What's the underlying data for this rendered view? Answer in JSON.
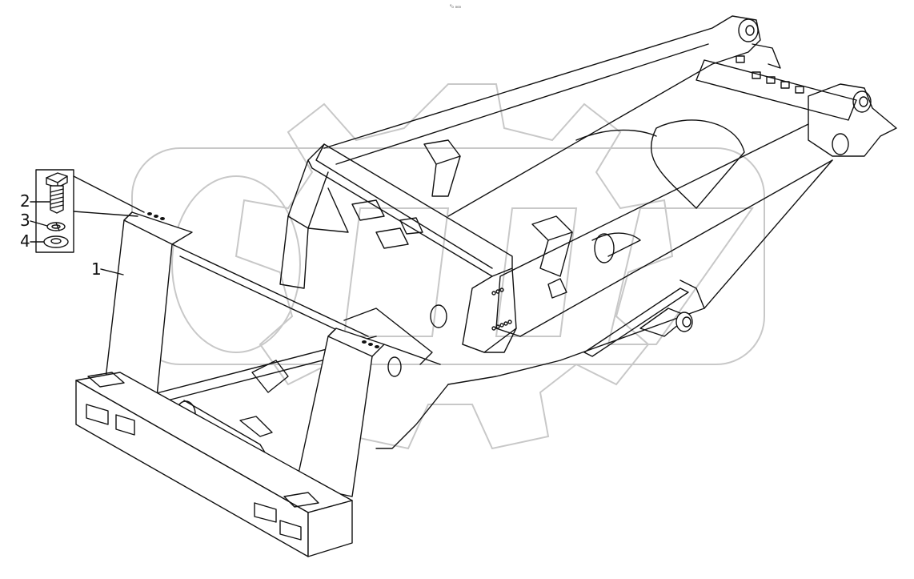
{
  "page_marker": "⁰₀ ₀₀₀",
  "callouts": [
    {
      "id": "1",
      "label": "1"
    },
    {
      "id": "2",
      "label": "2"
    },
    {
      "id": "3",
      "label": "3"
    },
    {
      "id": "4",
      "label": "4"
    }
  ],
  "parts": {
    "frame": "frame",
    "bolt": "bolt",
    "lock_washer": "lock-washer",
    "flat_washer": "flat-washer"
  },
  "colors": {
    "line": "#111111",
    "watermark": "#c8c8c8",
    "background": "#ffffff"
  }
}
